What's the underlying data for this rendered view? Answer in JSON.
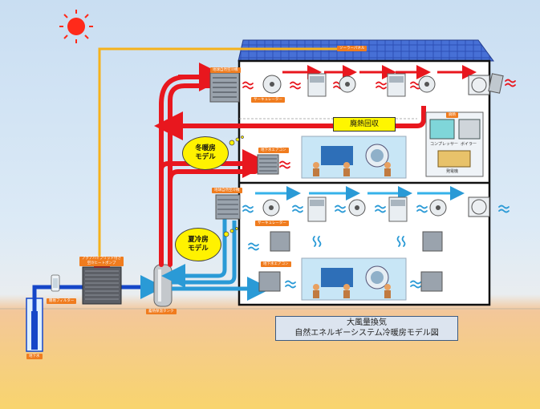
{
  "labels": {
    "solar_panel": "ソーラーパネル",
    "hybrid_heat_pump": "アクアハイブリッド付き\n空冷ヒートポンプ",
    "well_filter": "簡易フィルター",
    "well": "地下水",
    "storage_tank": "蓄熱保温タンク",
    "top_natural_ac": "地球自然空冷機",
    "top_circulator": "サーキュレーター",
    "mid_ac": "地下水エアコン",
    "lower_natural_ac": "地球自然空冷機",
    "lower_circulator": "サーキュレーター",
    "lower_ac": "地下水エアコン",
    "exhaust": "廃熱",
    "compressor": "コンプレッサー",
    "boiler": "ボイラー",
    "generator": "発電機"
  },
  "heat_recovery": "廃熱回収",
  "winter_model": [
    "冬暖房",
    "モデル"
  ],
  "summer_model": [
    "夏冷房",
    "モデル"
  ],
  "title": {
    "line1": "大風量換気",
    "line2": "自然エネルギーシステム冷暖房モデル図"
  },
  "colors": {
    "hot": "#e8171e",
    "cold": "#2a9ad6",
    "solar_line": "#f5b21c",
    "water": "#1546c8",
    "tag": "#f07c1e",
    "bubble": "#fff200"
  }
}
